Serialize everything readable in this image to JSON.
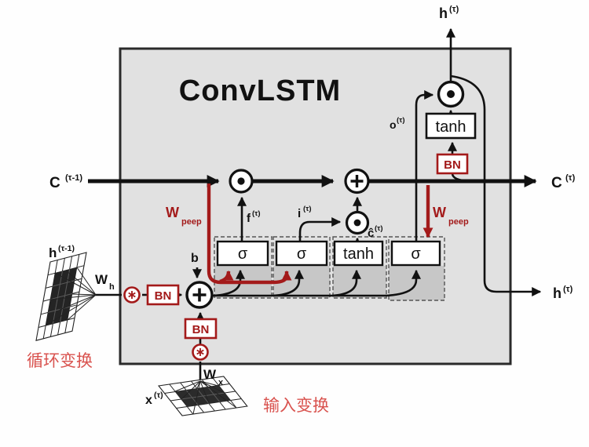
{
  "title": "ConvLSTM",
  "colors": {
    "accent_red": "#a31a1a",
    "annotation_red": "#d9534f",
    "cell_fill": "#e1e1e1",
    "gate_shade_fill": "#c7c7c7",
    "line_black": "#111111"
  },
  "labels": {
    "c_prev": {
      "base": "C",
      "sup": "(τ-1)"
    },
    "c_out": {
      "base": "C",
      "sup": "(τ)"
    },
    "h_top": {
      "base": "h",
      "sup": "(τ)"
    },
    "h_right": {
      "base": "h",
      "sup": "(τ)"
    },
    "h_prev": {
      "base": "h",
      "sup": "(τ-1)"
    },
    "x_in": {
      "base": "x",
      "sup": "(τ)"
    },
    "f_gate": {
      "base": "f",
      "sup": "(τ)"
    },
    "i_gate": {
      "base": "i",
      "sup": "(τ)"
    },
    "c_cand": {
      "base": "ĉ",
      "sup": "(τ)"
    },
    "o_gate": {
      "base": "o",
      "sup": "(τ)"
    },
    "w_h": {
      "base": "W",
      "sub": "h"
    },
    "w_x": {
      "base": "W",
      "sub": "x"
    },
    "w_peep_left": {
      "base": "W",
      "sub": "peep"
    },
    "w_peep_right": {
      "base": "W",
      "sub": "peep"
    },
    "bias": "b"
  },
  "gates": [
    {
      "label": "σ"
    },
    {
      "label": "σ"
    },
    {
      "label": "tanh"
    },
    {
      "label": "σ"
    }
  ],
  "output_activation": "tanh",
  "bn_label": "BN",
  "operators": {
    "elementwise_multiply": "⊙",
    "elementwise_add": "⊕",
    "convolution": "⊛"
  },
  "annotations": {
    "recurrent_transform": "循环变换",
    "input_transform": "输入变换"
  }
}
